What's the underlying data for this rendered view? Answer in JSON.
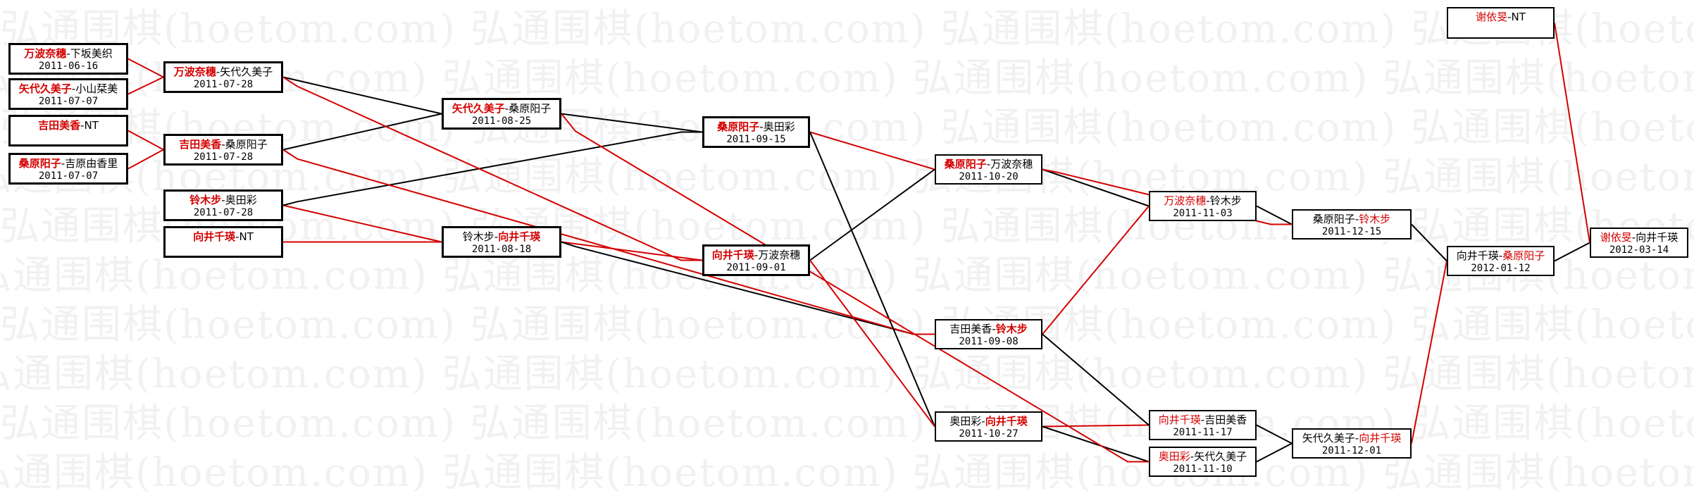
{
  "watermark": "弘通围棋(hoetom.com) 弘通围棋(hoetom.com) 弘通围棋(hoetom.com) 弘通围棋(hoetom.com)",
  "colors": {
    "winner_line": "#d40000",
    "loser_line": "#000000",
    "box_border": "#000000"
  },
  "nodes": [
    {
      "id": "r1m1",
      "w": "万波奈穗",
      "sep": "-",
      "o": "下坂美织",
      "date": "2011-06-16"
    },
    {
      "id": "r1m2",
      "w": "矢代久美子",
      "sep": "-",
      "o": "小山栞美",
      "date": "2011-07-07"
    },
    {
      "id": "r1m3",
      "w": "吉田美香",
      "sep": "-",
      "o": "NT",
      "date": ""
    },
    {
      "id": "r1m4",
      "w": "桑原阳子",
      "sep": "-",
      "o": "吉原由香里",
      "date": "2011-07-07"
    },
    {
      "id": "r2m1",
      "w": "万波奈穗",
      "sep": "-",
      "o": "矢代久美子",
      "date": "2011-07-28"
    },
    {
      "id": "r2m2",
      "w": "吉田美香",
      "sep": "-",
      "o": "桑原阳子",
      "date": "2011-07-28"
    },
    {
      "id": "r2m3",
      "w": "铃木步",
      "sep": "-",
      "o": "奥田彩",
      "date": "2011-07-28"
    },
    {
      "id": "r2m4",
      "w": "向井千瑛",
      "sep": "-",
      "o": "NT",
      "date": ""
    },
    {
      "id": "r3m1",
      "w": "矢代久美子",
      "sep": "-",
      "o": "桑原阳子",
      "date": "2011-08-25"
    },
    {
      "id": "r3m2",
      "o": "铃木步",
      "sep": "-",
      "w": "向井千瑛",
      "date": "2011-08-18"
    },
    {
      "id": "r4m1",
      "w": "桑原阳子",
      "sep": "-",
      "o": "奥田彩",
      "date": "2011-09-15"
    },
    {
      "id": "r4m2",
      "w": "向井千瑛",
      "sep": "-",
      "o": "万波奈穗",
      "date": "2011-09-01"
    },
    {
      "id": "r5m1",
      "w": "桑原阳子",
      "sep": "-",
      "o": "万波奈穗",
      "date": "2011-10-20"
    },
    {
      "id": "r5m2",
      "o": "吉田美香",
      "sep": "-",
      "w": "铃木步",
      "date": "2011-09-08"
    },
    {
      "id": "r5m3",
      "o": "奥田彩",
      "sep": "-",
      "w": "向井千瑛",
      "date": "2011-10-27"
    },
    {
      "id": "r6m1",
      "w": "万波奈穗",
      "sep": "-",
      "o": "铃木步",
      "date": "2011-11-03"
    },
    {
      "id": "r6m2",
      "w": "向井千瑛",
      "sep": "-",
      "o": "吉田美香",
      "date": "2011-11-17"
    },
    {
      "id": "r6m3",
      "w": "奥田彩",
      "sep": "-",
      "o": "矢代久美子",
      "date": "2011-11-10"
    },
    {
      "id": "r7m1",
      "o": "桑原阳子",
      "sep": "-",
      "w": "铃木步",
      "date": "2011-12-15"
    },
    {
      "id": "r7m2",
      "o": "矢代久美子",
      "sep": "-",
      "w": "向井千瑛",
      "date": "2011-12-01"
    },
    {
      "id": "r8m1",
      "o": "向井千瑛",
      "sep": "-",
      "w": "桑原阳子",
      "date": "2012-01-12"
    },
    {
      "id": "top",
      "w": "谢依旻",
      "sep": "-",
      "o": "NT",
      "date": ""
    },
    {
      "id": "final",
      "w": "谢依旻",
      "sep": "-",
      "o": "向井千瑛",
      "date": "2012-03-14"
    }
  ]
}
